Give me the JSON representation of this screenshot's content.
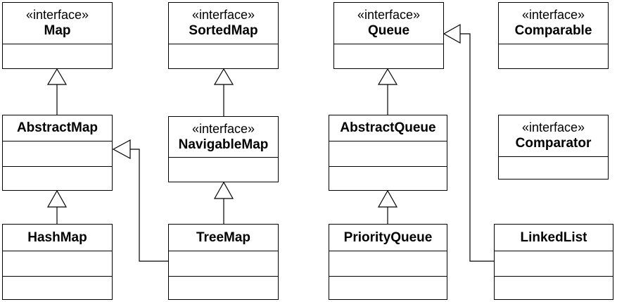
{
  "stereotype": "«interface»",
  "classes": {
    "map": {
      "name": "Map"
    },
    "sorted_map": {
      "name": "SortedMap"
    },
    "queue": {
      "name": "Queue"
    },
    "comparable": {
      "name": "Comparable"
    },
    "abstract_map": {
      "name": "AbstractMap"
    },
    "navigable_map": {
      "name": "NavigableMap"
    },
    "abstract_queue": {
      "name": "AbstractQueue"
    },
    "comparator": {
      "name": "Comparator"
    },
    "hash_map": {
      "name": "HashMap"
    },
    "tree_map": {
      "name": "TreeMap"
    },
    "priority_queue": {
      "name": "PriorityQueue"
    },
    "linked_list": {
      "name": "LinkedList"
    }
  },
  "colors": {
    "line": "#000000",
    "background": "#ffffff"
  }
}
